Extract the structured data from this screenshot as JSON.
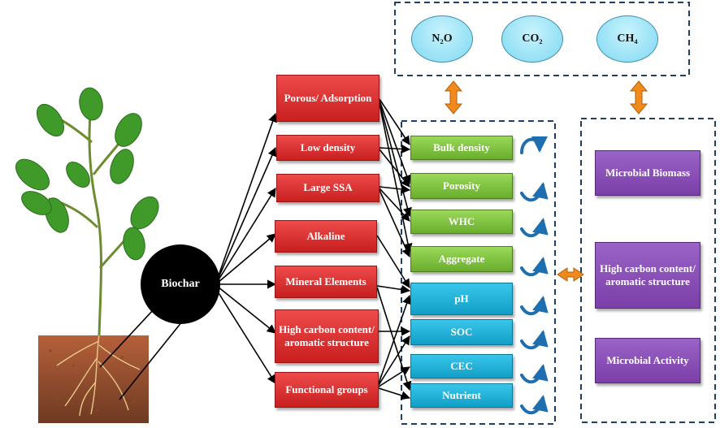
{
  "center": {
    "label": "Biochar"
  },
  "properties": [
    {
      "id": "porous",
      "label": "Porous/ Adsorption"
    },
    {
      "id": "lowdensity",
      "label": "Low density"
    },
    {
      "id": "ssa",
      "label": "Large SSA"
    },
    {
      "id": "alkaline",
      "label": "Alkaline"
    },
    {
      "id": "mineral",
      "label": "Mineral Elements"
    },
    {
      "id": "highcarbon",
      "label": "High carbon content/ aromatic structure"
    },
    {
      "id": "functional",
      "label": "Functional groups"
    }
  ],
  "soil_physical": [
    {
      "id": "bulk",
      "label": "Bulk density",
      "trend": "decrease"
    },
    {
      "id": "porosity",
      "label": "Porosity",
      "trend": "increase"
    },
    {
      "id": "whc",
      "label": "WHC",
      "trend": "increase"
    },
    {
      "id": "aggregate",
      "label": "Aggregate",
      "trend": "increase"
    }
  ],
  "soil_chemical": [
    {
      "id": "ph",
      "label": "pH",
      "trend": "increase"
    },
    {
      "id": "soc",
      "label": "SOC",
      "trend": "increase"
    },
    {
      "id": "cec",
      "label": "CEC",
      "trend": "increase"
    },
    {
      "id": "nutrient",
      "label": "Nutrient",
      "trend": "increase"
    }
  ],
  "microbial": [
    {
      "id": "biomass",
      "label": "Microbial Biomass"
    },
    {
      "id": "carbon",
      "label": "High carbon content/ aromatic structure"
    },
    {
      "id": "activity",
      "label": "Microbial Activity"
    }
  ],
  "gases": [
    {
      "id": "n2o",
      "label": "N₂O"
    },
    {
      "id": "co2",
      "label": "CO₂"
    },
    {
      "id": "ch4",
      "label": "CH₄"
    }
  ],
  "colors": {
    "property_box": "#d9282b",
    "physical_box": "#7fc241",
    "chemical_box": "#1ab3dc",
    "microbial_box": "#8a4fb8",
    "gas_ellipse": "#a6e6f8",
    "arrow_double": "#f08a1c",
    "trend_arrow": "#1f6fb0",
    "dashed_border": "#1f3f66"
  },
  "icons": {
    "plant": "plant-with-roots-illustration",
    "connector": "arrow",
    "exchange": "double-headed-arrow",
    "trend": "curved-arrow"
  }
}
